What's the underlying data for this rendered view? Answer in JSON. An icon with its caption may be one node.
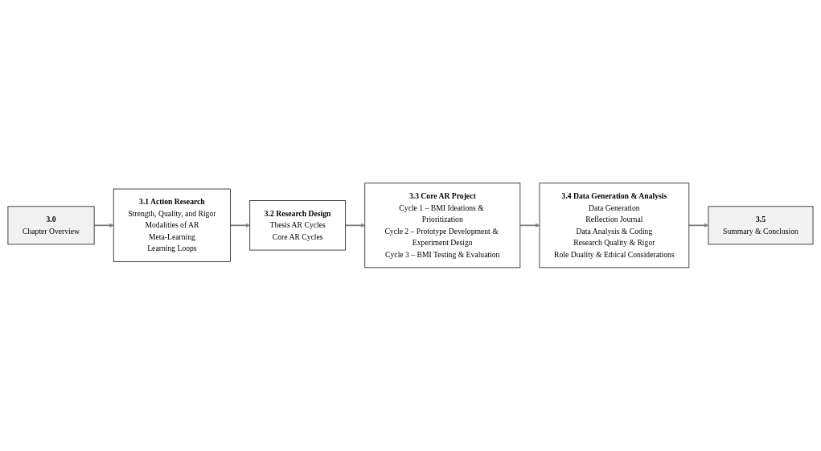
{
  "diagram": {
    "nodes": [
      {
        "text": [
          "3.0",
          "Chapter Overview"
        ]
      },
      {
        "text": [
          "3.1 Action Research",
          "Strength, Quality, and Rigor",
          "Modalities of AR",
          "Meta-Learning",
          "Learning Loops"
        ]
      },
      {
        "text": [
          "3.2 Research Design",
          "Thesis AR Cycles",
          "Core AR Cycles"
        ]
      },
      {
        "text": [
          "3.5",
          "Summary & Conclusion"
        ]
      },
      {
        "text": [
          "3.4 Data Generation & Analysis",
          "Data Generation",
          "Reflection Journal",
          "Data Analysis & Coding",
          "Research Quality & Rigor",
          "Role Duality & Ethical Considerations"
        ]
      },
      {
        "text": [
          "3.3 Core AR Project",
          "Cycle 1 – BMI Ideations & Prioritization",
          "Cycle 2 – Prototype Development & Experiment Design",
          "Cycle 3 – BMI Testing & Evaluation"
        ]
      }
    ],
    "edges": [
      {
        "from": 0,
        "to": 1,
        "arrow": "to"
      },
      {
        "from": 1,
        "to": 2,
        "arrow": "to"
      },
      {
        "from": 2,
        "to": 5,
        "arrow": "to"
      },
      {
        "from": 5,
        "to": 4,
        "arrow": "to"
      },
      {
        "from": 4,
        "to": 3,
        "arrow": "to"
      }
    ]
  }
}
